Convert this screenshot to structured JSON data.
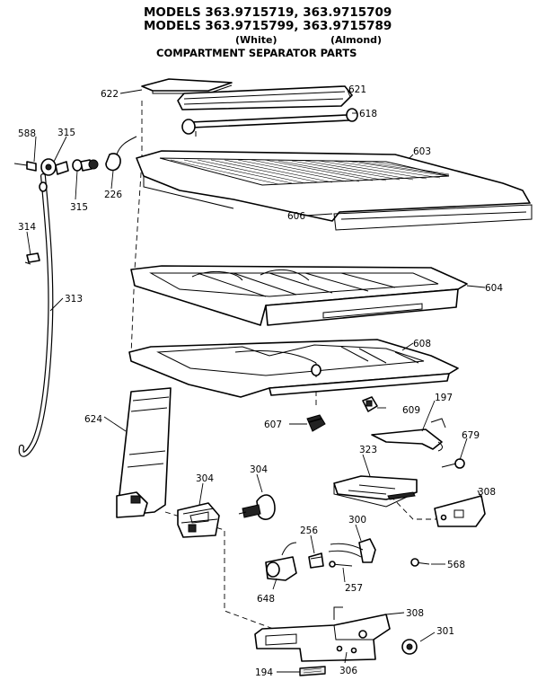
{
  "header": {
    "line1": "MODELS 363.9715719, 363.9715709",
    "line2": "MODELS 363.9715799, 363.9715789",
    "white": "(White)",
    "almond": "(Almond)",
    "title": "COMPARTMENT SEPARATOR PARTS"
  },
  "part_labels": {
    "p622": "622",
    "p621": "621",
    "p618": "618",
    "p588": "588",
    "p315a": "315",
    "p315b": "315",
    "p226": "226",
    "p603": "603",
    "p606": "606",
    "p314": "314",
    "p313": "313",
    "p604": "604",
    "p608": "608",
    "p197": "197",
    "p624": "624",
    "p607": "607",
    "p609": "609",
    "p679": "679",
    "p323": "323",
    "p304a": "304",
    "p304b": "304",
    "p308a": "308",
    "p300": "300",
    "p256": "256",
    "p568": "568",
    "p648": "648",
    "p257": "257",
    "p308b": "308",
    "p301": "301",
    "p194": "194",
    "p306": "306"
  }
}
